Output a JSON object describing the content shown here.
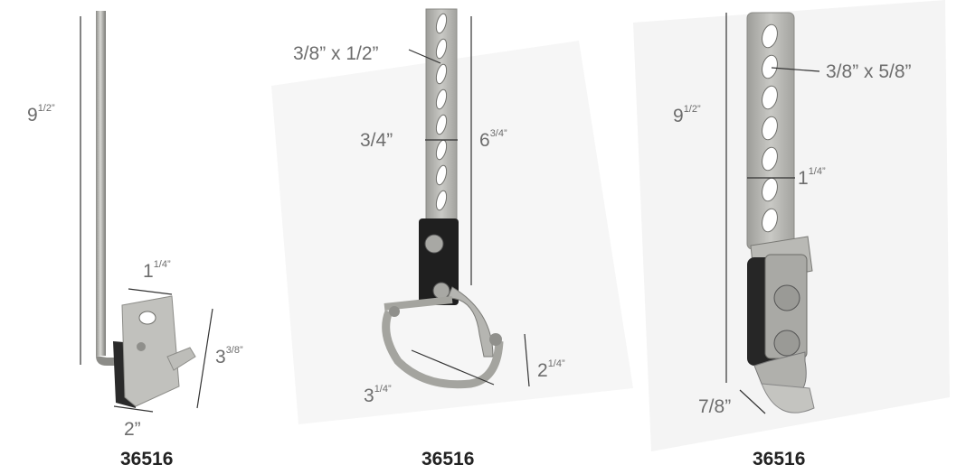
{
  "products": [
    {
      "code": "36516",
      "dims": {
        "height_main": "9",
        "height_frac": "1/2”",
        "top_width_main": "1",
        "top_width_frac": "1/4”",
        "side_main": "3",
        "side_frac": "3/8”",
        "bottom": "2”"
      }
    },
    {
      "code": "36516",
      "dims": {
        "slot": "3/8” x 1/2”",
        "strap_width": "3/4”",
        "length_main": "6",
        "length_frac": "3/4”",
        "loop_width_main": "3",
        "loop_width_frac": "1/4”",
        "loop_height_main": "2",
        "loop_height_frac": "1/4”"
      }
    },
    {
      "code": "36516",
      "dims": {
        "height_main": "9",
        "height_frac": "1/2”",
        "slot": "3/8” x 5/8”",
        "strap_width_main": "1",
        "strap_width_frac": "1/4”",
        "tip": "7/8”"
      }
    }
  ],
  "colors": {
    "metal": "#b9b9b4",
    "metal_dark": "#7d7d78",
    "rubber": "#1e1e1e",
    "dim_text": "#6d6d6d"
  }
}
